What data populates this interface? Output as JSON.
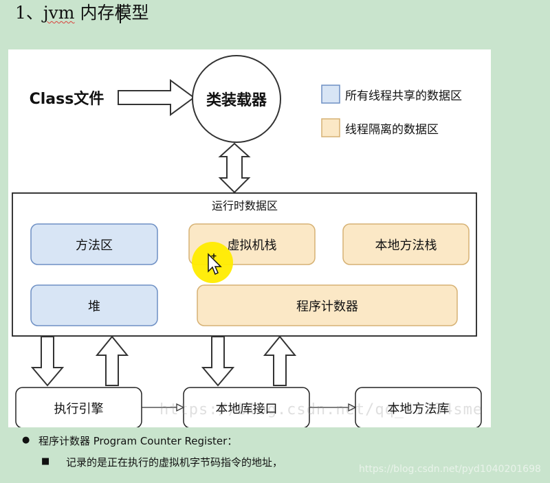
{
  "title": {
    "prefix": "1、",
    "jvm": "jvm",
    "rest": " 内存模型"
  },
  "diagram": {
    "class_file": "Class文件",
    "class_loader": "类装载器",
    "legend_shared": "所有线程共享的数据区",
    "legend_isolated": "线程隔离的数据区",
    "runtime_area": "运行时数据区",
    "method_area": "方法区",
    "vm_stack": "虚拟机栈",
    "native_method_stack": "本地方法栈",
    "heap": "堆",
    "program_counter": "程序计数器",
    "execution_engine": "执行引擎",
    "native_interface": "本地库接口",
    "native_library": "本地方法库",
    "watermark": "https://blog.csdn.net/qq_41234sme"
  },
  "notes": {
    "line1": "程序计数器 Program Counter Register：",
    "line2": "记录的是正在执行的虚拟机字节码指令的地址，",
    "url": "https://blog.csdn.net/pyd1040201698"
  },
  "colors": {
    "shared_fill": "#d8e5f5",
    "shared_stroke": "#6d8fc4",
    "isolated_fill": "#fbe8c6",
    "isolated_stroke": "#d6b173",
    "background": "#c9e4cd"
  }
}
